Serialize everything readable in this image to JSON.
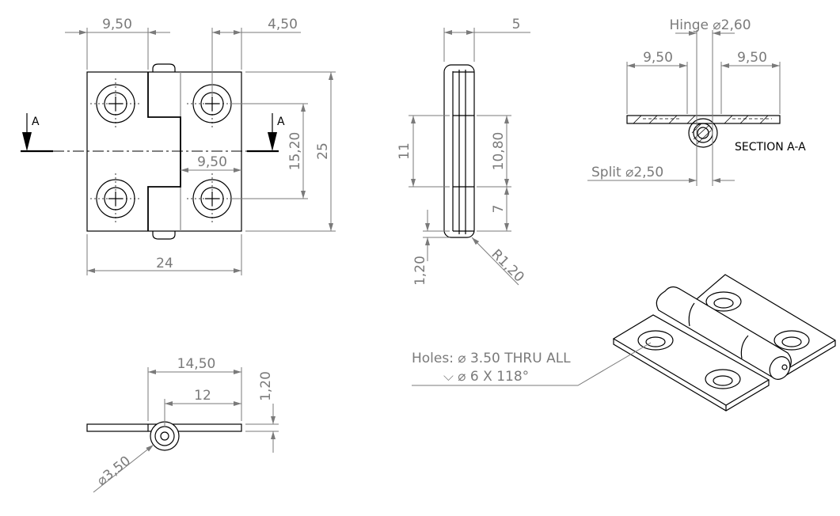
{
  "front_view": {
    "dim_top_left": "9,50",
    "dim_top_right": "4,50",
    "dim_inner": "9,50",
    "dim_hole_spacing": "15,20",
    "dim_height": "25",
    "dim_width": "24",
    "section_label_left": "A",
    "section_label_right": "A"
  },
  "side_view": {
    "dim_thickness": "5",
    "dim_knuckle": "11",
    "dim_knuckle_right": "10,80",
    "dim_lower": "7",
    "dim_offset": "1,20",
    "dim_radius": "R1,20"
  },
  "section_view": {
    "hinge_label": "Hinge ⌀2,60",
    "dim_left": "9,50",
    "dim_right": "9,50",
    "title": "SECTION A-A",
    "split_label": "Split ⌀2,50"
  },
  "bottom_view": {
    "dim_outer": "14,50",
    "dim_inner": "12",
    "dim_thickness": "1,20",
    "dim_diameter": "⌀3,50"
  },
  "isometric_view": {
    "holes_note_line1": "Holes: ⌀ 3.50 THRU ALL",
    "holes_note_line2": "⌵ ⌀ 6 X 118°"
  }
}
